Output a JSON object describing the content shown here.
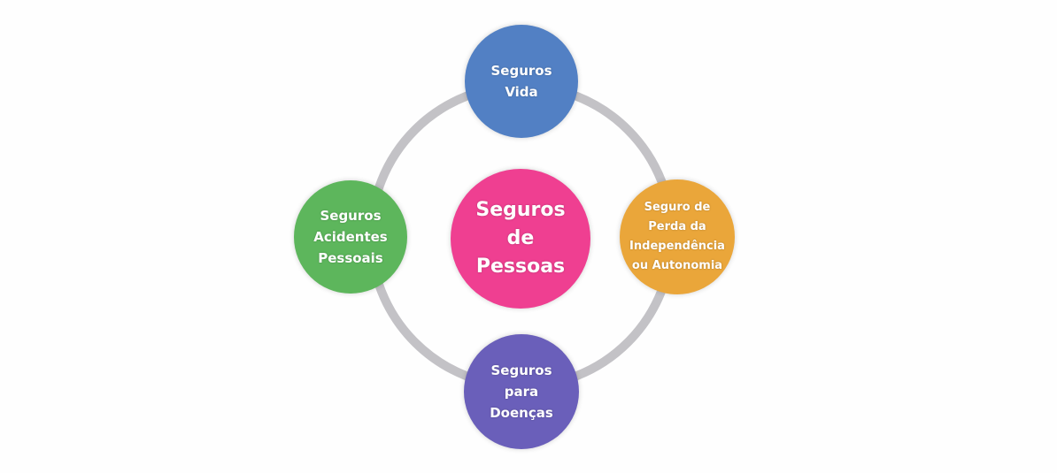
{
  "center": {
    "label": "Seguros\nde\nPessoas",
    "color": "#ef3f91"
  },
  "nodes": {
    "top": {
      "label": "Seguros\nVida",
      "color": "#5280c4"
    },
    "right": {
      "label": "Seguro de\nPerda da\nIndependência\nou Autonomia",
      "color": "#eaa63a"
    },
    "bottom": {
      "label": "Seguros\npara\nDoenças",
      "color": "#6a5fba"
    },
    "left": {
      "label": "Seguros\nAcidentes\nPessoais",
      "color": "#5db65c"
    }
  },
  "ring_color": "#c3c2c6"
}
